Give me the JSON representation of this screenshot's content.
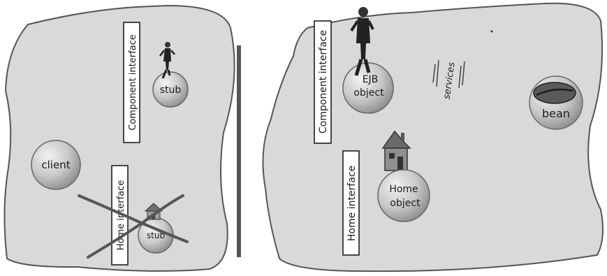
{
  "left_region": {
    "component_interface_label": "Component interface",
    "home_interface_label": "Home interface",
    "stub_top_label": "stub",
    "stub_bottom_label": "stub",
    "client_label": "client"
  },
  "right_region": {
    "component_interface_label": "Component interface",
    "home_interface_label": "Home interface",
    "ejb_object_label_line1": "EJB",
    "ejb_object_label_line2": "object",
    "home_object_label_line1": "Home",
    "home_object_label_line2": "object",
    "services_label": "services",
    "bean_label": "bean"
  },
  "colors": {
    "region_fill": "#d9d9d9",
    "region_stroke": "#555555",
    "divider": "#555555",
    "sphere_fill": "#c9c9c9",
    "label_box_fill": "#ffffff"
  },
  "icons": {
    "person": "businessman-figure",
    "house": "house-icon",
    "cross": "cross-out-mark",
    "bean": "coffee-bean-icon"
  }
}
